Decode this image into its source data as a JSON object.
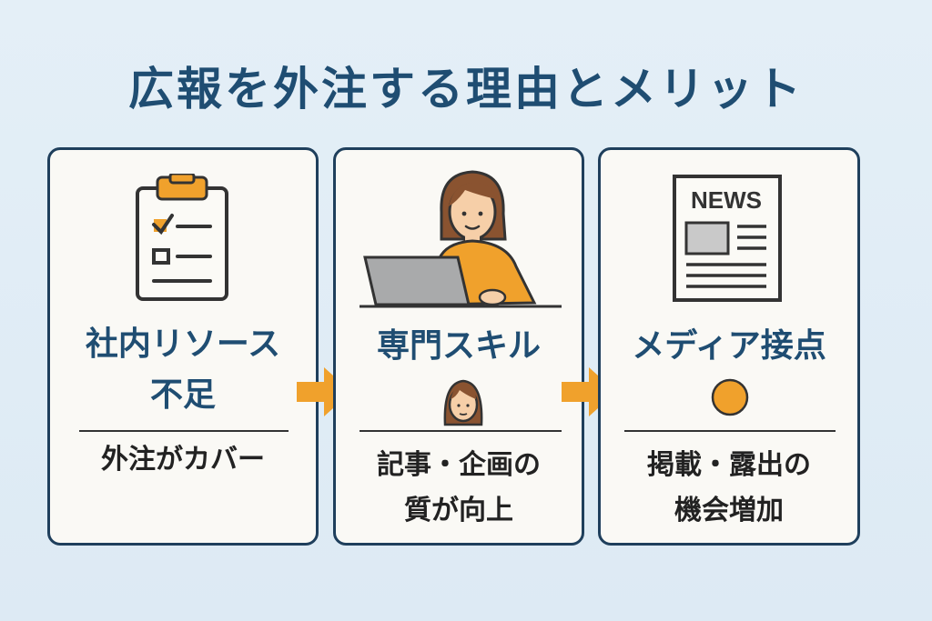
{
  "title": "広報を外注する理由とメリット",
  "cards": [
    {
      "title_lines": [
        "社内リソース",
        "不足"
      ],
      "desc_lines": [
        "外注がカバー"
      ],
      "icon": "clipboard-checklist-icon"
    },
    {
      "title_lines": [
        "専門スキル"
      ],
      "desc_lines": [
        "記事・企画の",
        "質が向上"
      ],
      "icon": "person-laptop-icon"
    },
    {
      "title_lines": [
        "メディア接点"
      ],
      "desc_lines": [
        "掲載・露出の",
        "機会増加"
      ],
      "icon": "newspaper-icon",
      "icon_text": "NEWS"
    }
  ],
  "colors": {
    "title": "#1f4d72",
    "border": "#1f3f5c",
    "accent_orange": "#f0a12c",
    "card_bg": "#faf9f5"
  }
}
